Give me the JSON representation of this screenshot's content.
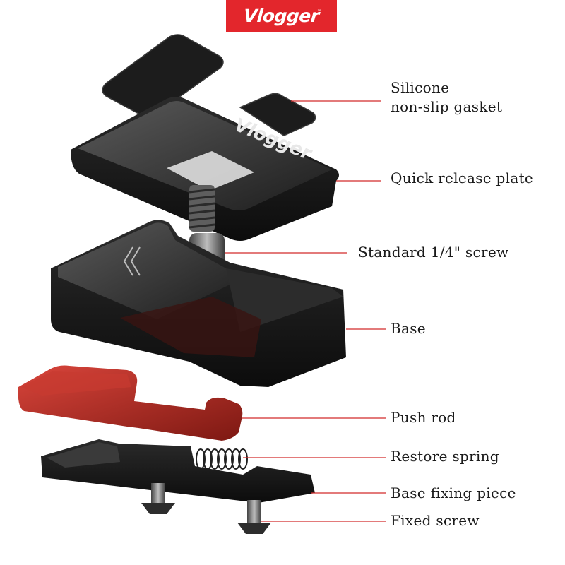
{
  "brand": {
    "name": "Vlogger",
    "tm": "™",
    "color": "#e3262c"
  },
  "parts": [
    {
      "id": "gasket",
      "lines": [
        "Silicone",
        "non-slip gasket"
      ]
    },
    {
      "id": "quick-release-plate",
      "lines": [
        "Quick release plate"
      ]
    },
    {
      "id": "standard-screw",
      "lines": [
        "Standard 1/4\" screw"
      ]
    },
    {
      "id": "base",
      "lines": [
        "Base"
      ]
    },
    {
      "id": "push-rod",
      "lines": [
        "Push rod"
      ]
    },
    {
      "id": "restore-spring",
      "lines": [
        "Restore spring"
      ]
    },
    {
      "id": "base-fixing-piece",
      "lines": [
        "Base fixing piece"
      ]
    },
    {
      "id": "fixed-screw",
      "lines": [
        "Fixed screw"
      ]
    }
  ],
  "colors": {
    "leader_line": "#d22a2a",
    "body_dark": "#222222",
    "push_rod": "#a8251f"
  }
}
